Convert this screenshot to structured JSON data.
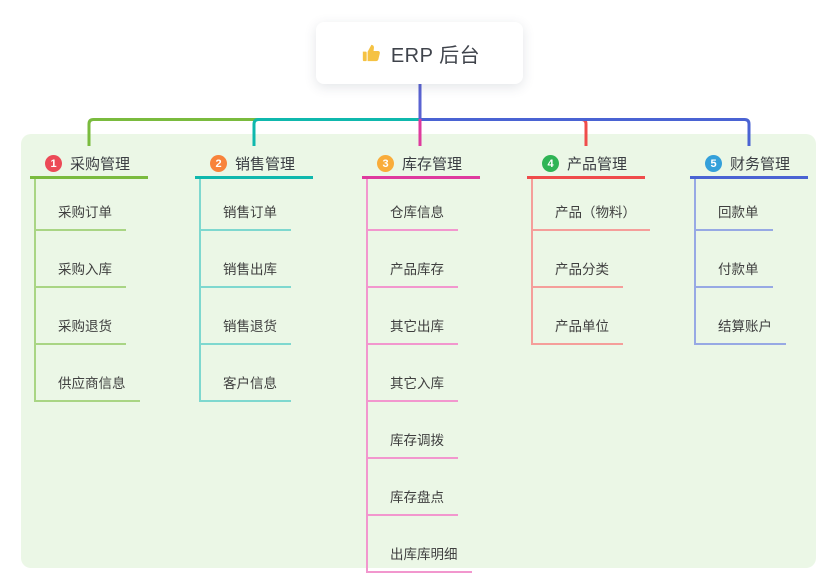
{
  "root": {
    "label": "ERP 后台",
    "icon": "thumbs-up-icon",
    "stub_color": "#5a63d2"
  },
  "panel_color": "#ebf7e6",
  "branches": [
    {
      "number": "1",
      "label": "采购管理",
      "colors": {
        "badge": "#ec4a57",
        "line": "#7abb3e",
        "child": "#a9d584"
      },
      "children": [
        "采购订单",
        "采购入库",
        "采购退货",
        "供应商信息"
      ]
    },
    {
      "number": "2",
      "label": "销售管理",
      "colors": {
        "badge": "#f8833b",
        "line": "#0fb8ad",
        "child": "#7ed8cf"
      },
      "children": [
        "销售订单",
        "销售出库",
        "销售退货",
        "客户信息"
      ]
    },
    {
      "number": "3",
      "label": "库存管理",
      "colors": {
        "badge": "#f9ac3a",
        "line": "#de3a9e",
        "child": "#f297ce"
      },
      "children": [
        "仓库信息",
        "产品库存",
        "其它出库",
        "其它入库",
        "库存调拨",
        "库存盘点",
        "出库库明细"
      ]
    },
    {
      "number": "4",
      "label": "产品管理",
      "colors": {
        "badge": "#2fb455",
        "line": "#ef4c4b",
        "child": "#f59e9a"
      },
      "children": [
        "产品（物料）",
        "产品分类",
        "产品单位"
      ]
    },
    {
      "number": "5",
      "label": "财务管理",
      "colors": {
        "badge": "#34a0da",
        "line": "#4a63d3",
        "child": "#97a9e4"
      },
      "children": [
        "回款单",
        "付款单",
        "结算账户"
      ]
    }
  ]
}
